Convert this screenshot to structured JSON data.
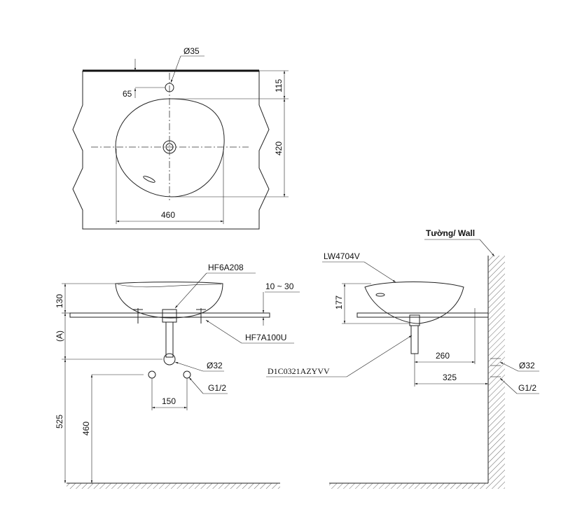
{
  "top_view": {
    "hole_dia": "Ø35",
    "hole_offset": "65",
    "width": "460",
    "edge_to_hole": "115",
    "depth": "420"
  },
  "front_view": {
    "popup_waste": "HF6A208",
    "counter_thickness": "10 ~ 30",
    "fixing_kit": "HF7A100U",
    "basin_height": "130",
    "trap_height": "(A)",
    "drain_dia": "Ø32",
    "supply_thread": "G1/2",
    "supply_spacing": "150",
    "drain_height": "525",
    "supply_height": "460"
  },
  "side_view": {
    "wall_label": "Tường/ Wall",
    "basin_model": "LW4704V",
    "trap_model": "D1C0321AZYVV",
    "basin_height": "177",
    "drain_to_wall_a": "260",
    "drain_to_wall_b": "325",
    "drain_dia": "Ø32",
    "supply_thread": "G1/2"
  },
  "colors": {
    "line": "#222222",
    "background": "#ffffff"
  }
}
